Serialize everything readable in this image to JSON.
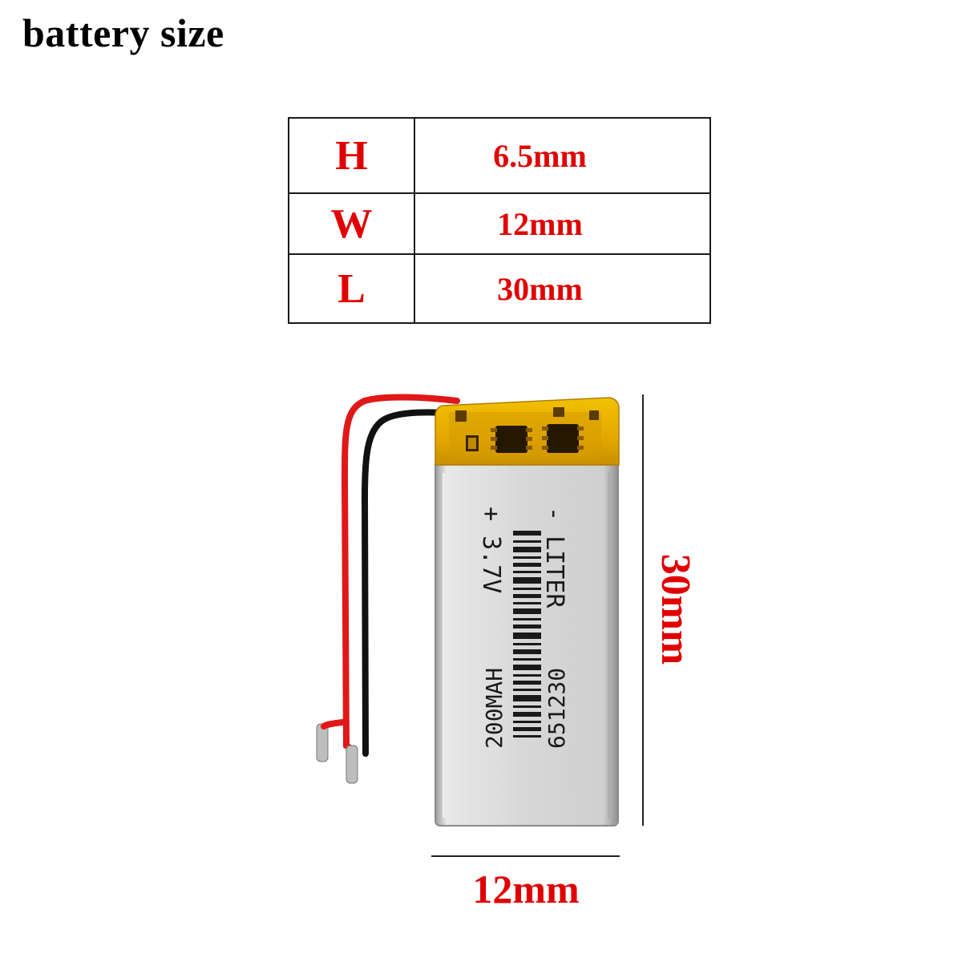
{
  "title": "battery size",
  "dimensions": [
    {
      "label": "H",
      "value": "6.5mm"
    },
    {
      "label": "W",
      "value": "12mm"
    },
    {
      "label": "L",
      "value": "30mm"
    }
  ],
  "figure": {
    "length_label": "30mm",
    "width_label": "12mm",
    "cell_markings": {
      "line1": "- LITER",
      "line2": "+ 3.7V",
      "model": "651230",
      "capacity": "200MAH"
    }
  },
  "colors": {
    "label_red": "#e00000",
    "text_black": "#000000",
    "wire_red": "#e01818",
    "wire_black": "#111111",
    "tape_yellow": "#e6b000",
    "cell_silver": "#d9d9d9"
  }
}
